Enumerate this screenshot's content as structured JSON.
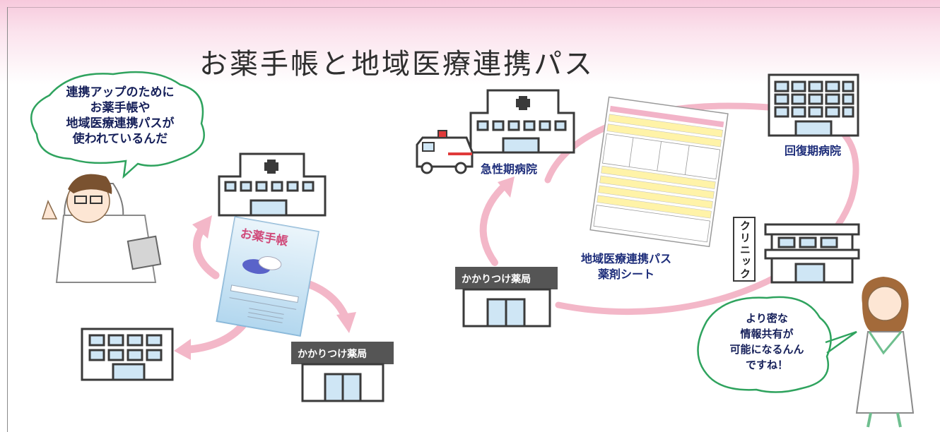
{
  "title": "お薬手帳と地域医療連携パス",
  "doctor_bubble": [
    "連携アップのために",
    "お薬手帳や",
    "地域医療連携パスが",
    "使われているんだ"
  ],
  "nurse_bubble": [
    "より密な",
    "情報共有が",
    "可能になるんん",
    "ですね！"
  ],
  "notebook_title": "お薬手帳",
  "pharmacy_left": "かかりつけ薬局",
  "pharmacy_right": "かかりつけ薬局",
  "acute_hospital": "急性期病院",
  "recovery_hospital": "回復期病院",
  "clinic": "クリニック",
  "pass_sheet": [
    "地域医療連携パス",
    "薬剤シート"
  ],
  "colors": {
    "accent_pink": "#f3b7c8",
    "title_band": "#f7c9dc",
    "bubble_border": "#2fa35e",
    "label_blue": "#1d2d7a",
    "roof_gray": "#555555"
  }
}
